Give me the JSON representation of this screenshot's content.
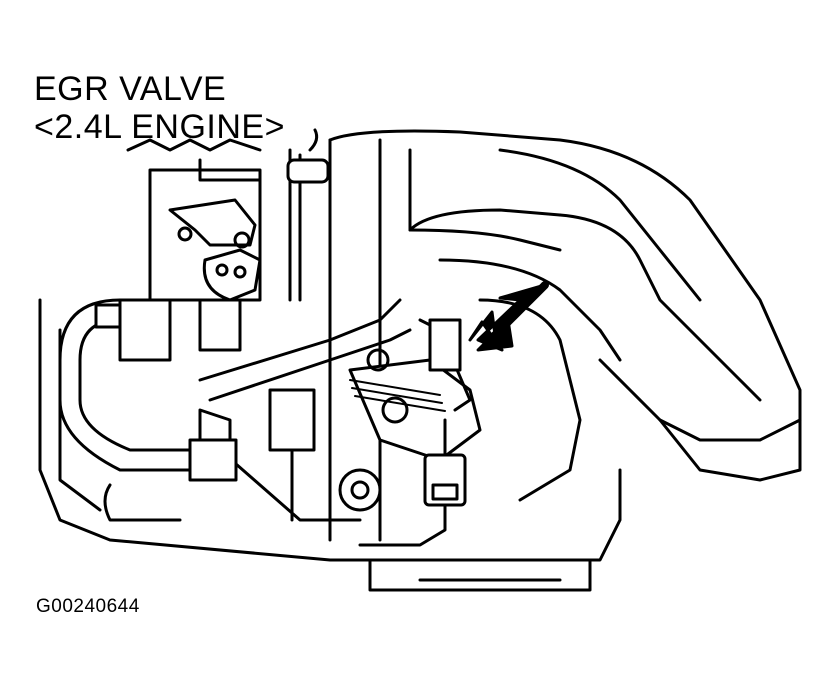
{
  "figure": {
    "title_line1": "EGR VALVE",
    "title_line2": "<2.4L ENGINE>",
    "figure_id": "G00240644"
  },
  "colors": {
    "line": "#000000",
    "background": "#ffffff"
  },
  "icons": {
    "pointer": "arrow-icon"
  }
}
